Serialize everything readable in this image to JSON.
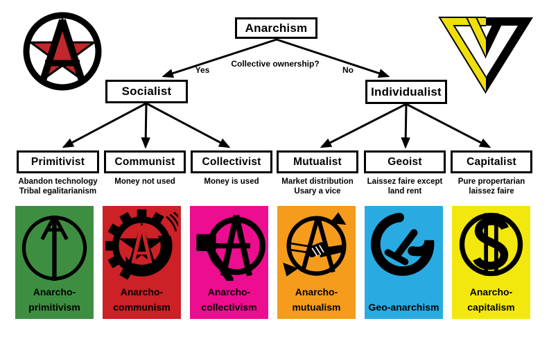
{
  "diagram": {
    "root": "Anarchism",
    "question": "Collective ownership?",
    "yes_label": "Yes",
    "no_label": "No",
    "branches": [
      {
        "label": "Socialist"
      },
      {
        "label": "Individualist"
      }
    ],
    "leaves": [
      {
        "label": "Primitivist",
        "desc": [
          "Abandon technology",
          "Tribal egalitarianism"
        ]
      },
      {
        "label": "Communist",
        "desc": [
          "Money not used"
        ]
      },
      {
        "label": "Collectivist",
        "desc": [
          "Money is used"
        ]
      },
      {
        "label": "Mutualist",
        "desc": [
          "Market distribution",
          "Usary a vice"
        ]
      },
      {
        "label": "Geoist",
        "desc": [
          "Laissez faire except",
          "land rent"
        ]
      },
      {
        "label": "Capitalist",
        "desc": [
          "Pure propertarian",
          "laissez faire"
        ]
      }
    ]
  },
  "cards": [
    {
      "lines": [
        "Anarcho-",
        "primitivism"
      ],
      "color": "#3e8e41",
      "icon": "arrow-circle-icon"
    },
    {
      "lines": [
        "Anarcho-",
        "communism"
      ],
      "color": "#cb2127",
      "icon": "gear-star-icon"
    },
    {
      "lines": [
        "Anarcho-",
        "collectivism"
      ],
      "color": "#ec0e8e",
      "icon": "hammer-circle-a-icon"
    },
    {
      "lines": [
        "Anarcho-",
        "mutualism"
      ],
      "color": "#f59c1d",
      "icon": "handshake-circle-a-icon"
    },
    {
      "lines": [
        "Geo-anarchism"
      ],
      "color": "#29abe2",
      "icon": "geo-g-arrow-icon"
    },
    {
      "lines": [
        "Anarcho-",
        "capitalism"
      ],
      "color": "#f3e80d",
      "icon": "dollar-circle-icon"
    }
  ],
  "logos": {
    "left_icon": "anarchist-star-circle-a-icon",
    "right_icon": "voluntaryist-v-icon",
    "star_red": "#c1272d",
    "v_yellow": "#efdf0d"
  }
}
